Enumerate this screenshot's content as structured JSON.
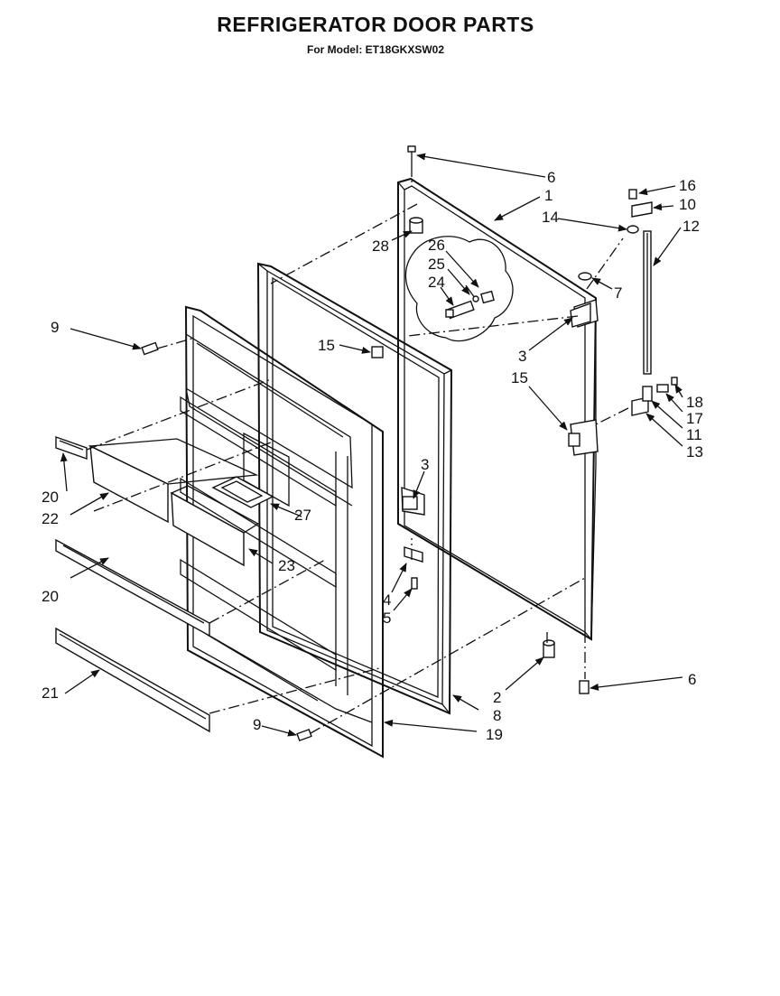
{
  "header": {
    "title": "REFRIGERATOR DOOR PARTS",
    "subtitle": "For Model: ET18GKXSW02"
  },
  "callouts": {
    "c1": "1",
    "c2": "2",
    "c3a": "3",
    "c3b": "3",
    "c4": "4",
    "c5": "5",
    "c6a": "6",
    "c6b": "6",
    "c7": "7",
    "c8": "8",
    "c9a": "9",
    "c9b": "9",
    "c10": "10",
    "c11": "11",
    "c12": "12",
    "c13": "13",
    "c14": "14",
    "c15a": "15",
    "c15b": "15",
    "c16": "16",
    "c17": "17",
    "c18": "18",
    "c19": "19",
    "c20a": "20",
    "c20b": "20",
    "c21": "21",
    "c22": "22",
    "c23": "23",
    "c24": "24",
    "c25": "25",
    "c26": "26",
    "c27": "27",
    "c28": "28"
  }
}
